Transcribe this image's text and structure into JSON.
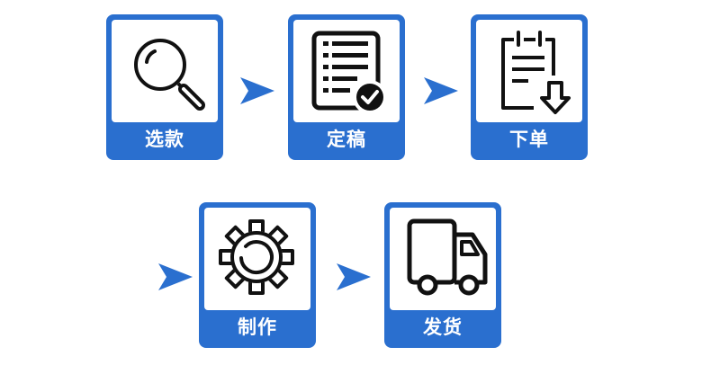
{
  "colors": {
    "accent": "#2a6fcf",
    "icon": "#111111",
    "background": "#ffffff"
  },
  "steps": [
    {
      "label": "选款",
      "icon": "magnifier-icon"
    },
    {
      "label": "定稿",
      "icon": "approved-document-icon"
    },
    {
      "label": "下单",
      "icon": "clipboard-download-icon"
    },
    {
      "label": "制作",
      "icon": "gear-icon"
    },
    {
      "label": "发货",
      "icon": "truck-icon"
    }
  ]
}
